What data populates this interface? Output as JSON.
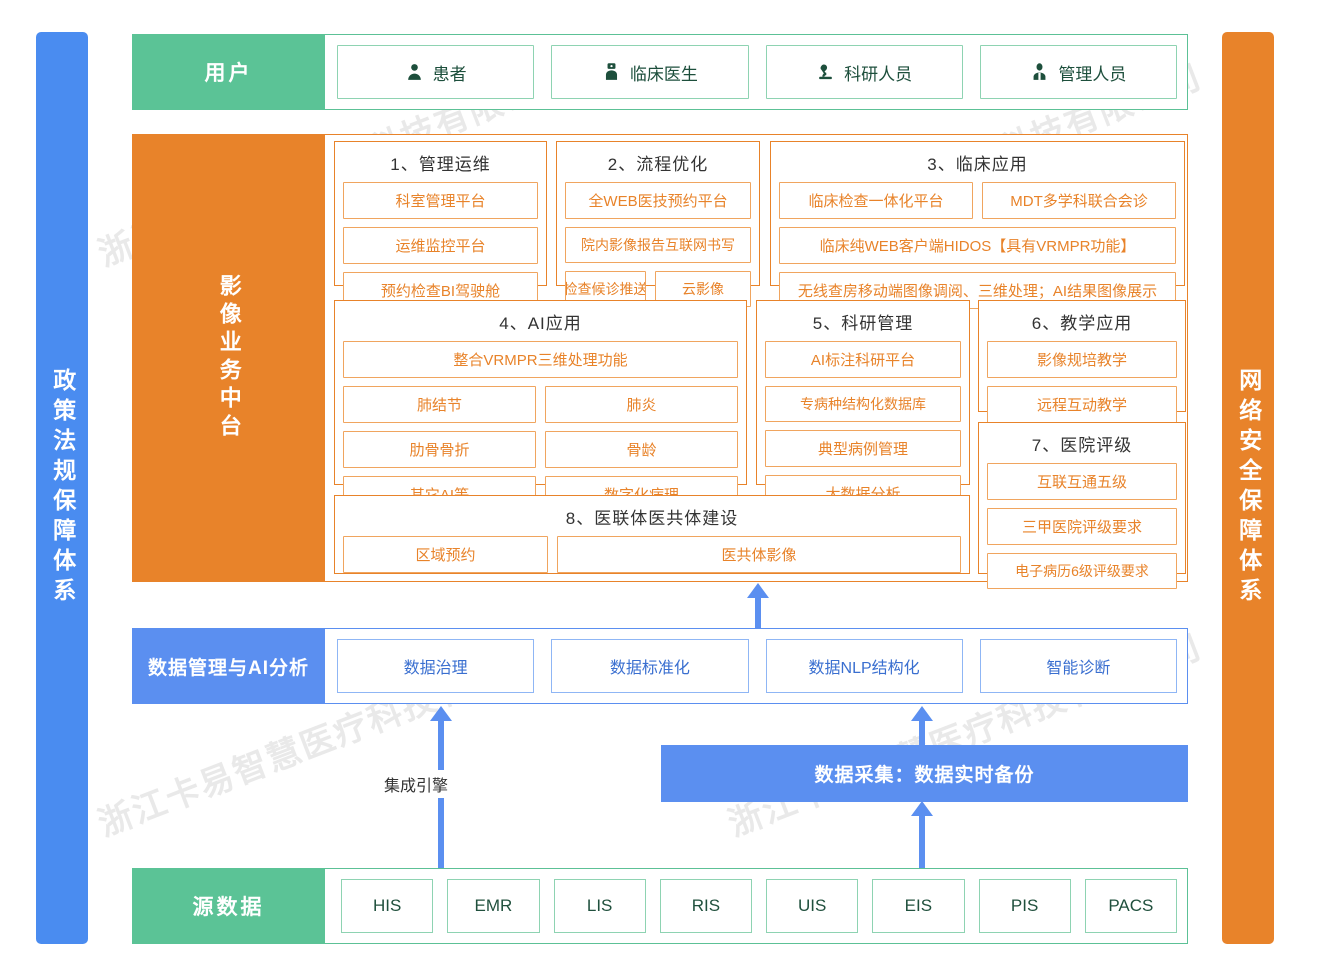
{
  "sidebars": {
    "left": {
      "label": "政策法规保障体系",
      "color": "#4a8cf0"
    },
    "right": {
      "label": "网络安全保障体系",
      "color": "#e8832a"
    }
  },
  "user_band": {
    "label": "用户",
    "color": "#5bc396",
    "items": [
      {
        "label": "患者",
        "icon": "person-icon"
      },
      {
        "label": "临床医生",
        "icon": "doctor-icon"
      },
      {
        "label": "科研人员",
        "icon": "microscope-icon"
      },
      {
        "label": "管理人员",
        "icon": "manager-icon"
      }
    ]
  },
  "middle_platform": {
    "label": "影像业务中台",
    "color": "#e8832a",
    "groups": [
      {
        "title": "1、管理运维",
        "rows": [
          [
            {
              "label": "科室管理平台"
            }
          ],
          [
            {
              "label": "运维监控平台"
            }
          ],
          [
            {
              "label": "预约检查BI驾驶舱"
            }
          ]
        ]
      },
      {
        "title": "2、流程优化",
        "rows": [
          [
            {
              "label": "全WEB医技预约平台"
            }
          ],
          [
            {
              "label": "院内影像报告互联网书写"
            }
          ],
          [
            {
              "label": "检查候诊推送"
            },
            {
              "label": "云影像",
              "width": "narrow"
            }
          ]
        ]
      },
      {
        "title": "3、临床应用",
        "rows": [
          [
            {
              "label": "临床检查一体化平台"
            },
            {
              "label": "MDT多学科联合会诊"
            }
          ],
          [
            {
              "label": "临床纯WEB客户端HIDOS【具有VRMPR功能】"
            }
          ],
          [
            {
              "label": "无线查房移动端图像调阅、三维处理；AI结果图像展示"
            }
          ]
        ]
      },
      {
        "title": "4、AI应用",
        "rows": [
          [
            {
              "label": "整合VRMPR三维处理功能"
            }
          ],
          [
            {
              "label": "肺结节"
            },
            {
              "label": "肺炎"
            }
          ],
          [
            {
              "label": "肋骨骨折"
            },
            {
              "label": "骨龄"
            }
          ],
          [
            {
              "label": "其它AI等"
            },
            {
              "label": "数字化病理"
            }
          ]
        ]
      },
      {
        "title": "5、科研管理",
        "rows": [
          [
            {
              "label": "AI标注科研平台"
            }
          ],
          [
            {
              "label": "专病种结构化数据库"
            }
          ],
          [
            {
              "label": "典型病例管理"
            }
          ],
          [
            {
              "label": "大数据分析"
            }
          ]
        ]
      },
      {
        "title": "6、教学应用",
        "rows": [
          [
            {
              "label": "影像规培教学"
            }
          ],
          [
            {
              "label": "远程互动教学"
            }
          ]
        ]
      },
      {
        "title": "7、医院评级",
        "rows": [
          [
            {
              "label": "互联互通五级"
            }
          ],
          [
            {
              "label": "三甲医院评级要求"
            }
          ],
          [
            {
              "label": "电子病历6级评级要求"
            }
          ]
        ]
      },
      {
        "title": "8、医联体医共体建设",
        "rows": [
          [
            {
              "label": "区域预约"
            },
            {
              "label": "医共体影像",
              "width": "w-big"
            }
          ]
        ]
      }
    ]
  },
  "data_management": {
    "label": "数据管理与AI分析",
    "color": "#5b8ff0",
    "items": [
      {
        "label": "数据治理"
      },
      {
        "label": "数据标准化"
      },
      {
        "label": "数据NLP结构化"
      },
      {
        "label": "智能诊断"
      }
    ]
  },
  "collection": {
    "bar_label": "数据采集：数据实时备份",
    "engine_label": "集成引擎",
    "color": "#5b8ff0"
  },
  "source_data": {
    "label": "源数据",
    "color": "#5bc396",
    "items": [
      {
        "label": "HIS"
      },
      {
        "label": "EMR"
      },
      {
        "label": "LIS"
      },
      {
        "label": "RIS"
      },
      {
        "label": "UIS"
      },
      {
        "label": "EIS"
      },
      {
        "label": "PIS"
      },
      {
        "label": "PACS"
      }
    ]
  },
  "watermark": {
    "text": "浙江卡易智慧医疗科技有限公司"
  }
}
